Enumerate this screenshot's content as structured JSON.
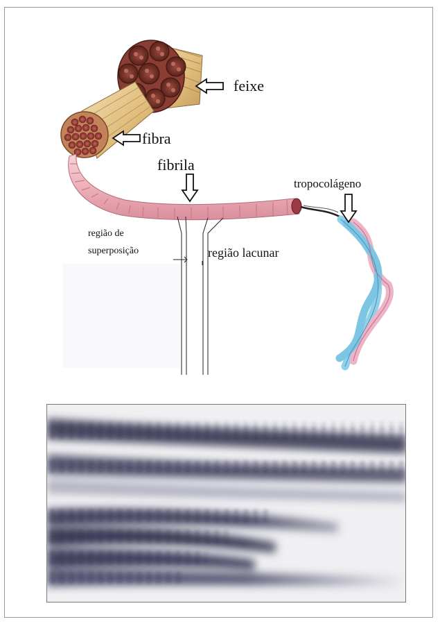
{
  "diagram": {
    "labels": {
      "feixe": "feixe",
      "fibra": "fibra",
      "fibrila": "fibrila",
      "tropocolageno": "tropocolágeno",
      "regiao_de": "região de",
      "superposicao": "superposição",
      "regiao_lacunar": "região lacunar"
    },
    "colors": {
      "fiber_tan": "#e3c48a",
      "fiber_red": "#a8413a",
      "fibril_pink": "#f0b8c0",
      "triple_blue": "#8fd0ea",
      "triple_pink": "#efb3c8"
    }
  },
  "micrograph": {
    "description_icon": "electron-micrograph-banding"
  }
}
